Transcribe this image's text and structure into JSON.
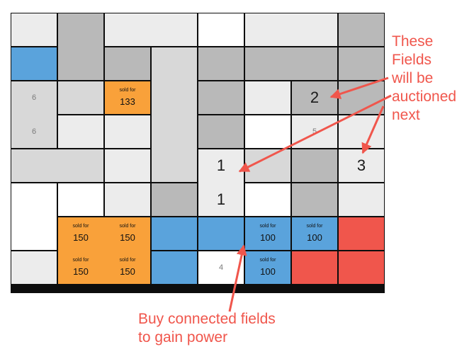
{
  "colors": {
    "light": "#ececec",
    "mid": "#d8d8d8",
    "dark": "#b9b9b9",
    "white": "#ffffff",
    "orange": "#f9a13a",
    "blue": "#5aa3dc",
    "red": "#f0564c",
    "grid": "#0d0d0d",
    "annotation": "#f0564c"
  },
  "board": {
    "columns": 8,
    "rows": 8,
    "cells": [
      [
        "light",
        "dark",
        "light",
        "light",
        "white",
        "light",
        "light",
        "dark"
      ],
      [
        "blue",
        "dark",
        "dark",
        "mid",
        "dark",
        "dark",
        "dark",
        "dark"
      ],
      [
        "mid",
        "mid",
        "orange",
        "mid",
        "dark",
        "light",
        "dark",
        "dark"
      ],
      [
        "mid",
        "light",
        "light",
        "mid",
        "dark",
        "white",
        "light",
        "light"
      ],
      [
        "mid",
        "mid",
        "light",
        "mid",
        "light",
        "mid",
        "dark",
        "light"
      ],
      [
        "white",
        "white",
        "light",
        "dark",
        "light",
        "white",
        "dark",
        "light"
      ],
      [
        "white",
        "orange",
        "orange",
        "blue",
        "blue",
        "blue",
        "blue",
        "red"
      ],
      [
        "light",
        "orange",
        "orange",
        "blue",
        "white",
        "blue",
        "red",
        "red"
      ]
    ],
    "merged": [
      {
        "kind": "solid",
        "r": 0,
        "c": 2,
        "rs": 1,
        "cs": 2
      },
      {
        "kind": "solid",
        "r": 0,
        "c": 5,
        "rs": 1,
        "cs": 2
      },
      {
        "kind": "solid",
        "r": 0,
        "c": 1,
        "rs": 2,
        "cs": 1
      },
      {
        "kind": "solid",
        "r": 1,
        "c": 3,
        "rs": 4,
        "cs": 1
      },
      {
        "kind": "solid",
        "r": 1,
        "c": 5,
        "rs": 1,
        "cs": 2
      },
      {
        "kind": "solid",
        "r": 2,
        "c": 0,
        "rs": 2,
        "cs": 1
      },
      {
        "kind": "solid",
        "r": 4,
        "c": 0,
        "rs": 1,
        "cs": 2
      },
      {
        "kind": "solid",
        "r": 4,
        "c": 4,
        "rs": 2,
        "cs": 1
      },
      {
        "kind": "solid",
        "r": 5,
        "c": 0,
        "rs": 2,
        "cs": 1
      },
      {
        "kind": "solid",
        "r": 6,
        "c": 1,
        "rs": 2,
        "cs": 2
      },
      {
        "kind": "outline",
        "r": 1,
        "c": 4,
        "rs": 3,
        "cs": 1
      },
      {
        "kind": "outline",
        "r": 6,
        "c": 3,
        "rs": 1,
        "cs": 2
      },
      {
        "kind": "outline",
        "r": 6,
        "c": 5,
        "rs": 2,
        "cs": 1
      },
      {
        "kind": "outline",
        "r": 6,
        "c": 6,
        "rs": 1,
        "cs": 2
      },
      {
        "kind": "outline",
        "r": 7,
        "c": 6,
        "rs": 1,
        "cs": 2
      }
    ],
    "sold_tiles": [
      {
        "r": 2,
        "c": 2,
        "label": "sold for",
        "value": "133"
      },
      {
        "r": 6,
        "c": 1,
        "label": "sold for",
        "value": "150"
      },
      {
        "r": 6,
        "c": 2,
        "label": "sold for",
        "value": "150"
      },
      {
        "r": 7,
        "c": 1,
        "label": "sold for",
        "value": "150"
      },
      {
        "r": 7,
        "c": 2,
        "label": "sold for",
        "value": "150"
      },
      {
        "r": 6,
        "c": 5,
        "label": "sold for",
        "value": "100"
      },
      {
        "r": 6,
        "c": 6,
        "label": "sold for",
        "value": "100"
      },
      {
        "r": 7,
        "c": 5,
        "label": "sold for",
        "value": "100"
      }
    ],
    "numbers": [
      {
        "r": 2,
        "c": 0,
        "text": "6",
        "big": false
      },
      {
        "r": 3,
        "c": 0,
        "text": "6",
        "big": false
      },
      {
        "r": 2,
        "c": 6,
        "text": "2",
        "big": true
      },
      {
        "r": 3,
        "c": 6,
        "text": "5",
        "big": false
      },
      {
        "r": 4,
        "c": 4,
        "text": "1",
        "big": true
      },
      {
        "r": 5,
        "c": 4,
        "text": "1",
        "big": true
      },
      {
        "r": 4,
        "c": 7,
        "text": "3",
        "big": true
      },
      {
        "r": 7,
        "c": 4,
        "text": "4",
        "big": false
      }
    ]
  },
  "annotations": {
    "auction_note": [
      "These",
      "Fields",
      "will be",
      "auctioned",
      "next"
    ],
    "buy_note": [
      "Buy connected fields",
      "to gain power"
    ]
  }
}
